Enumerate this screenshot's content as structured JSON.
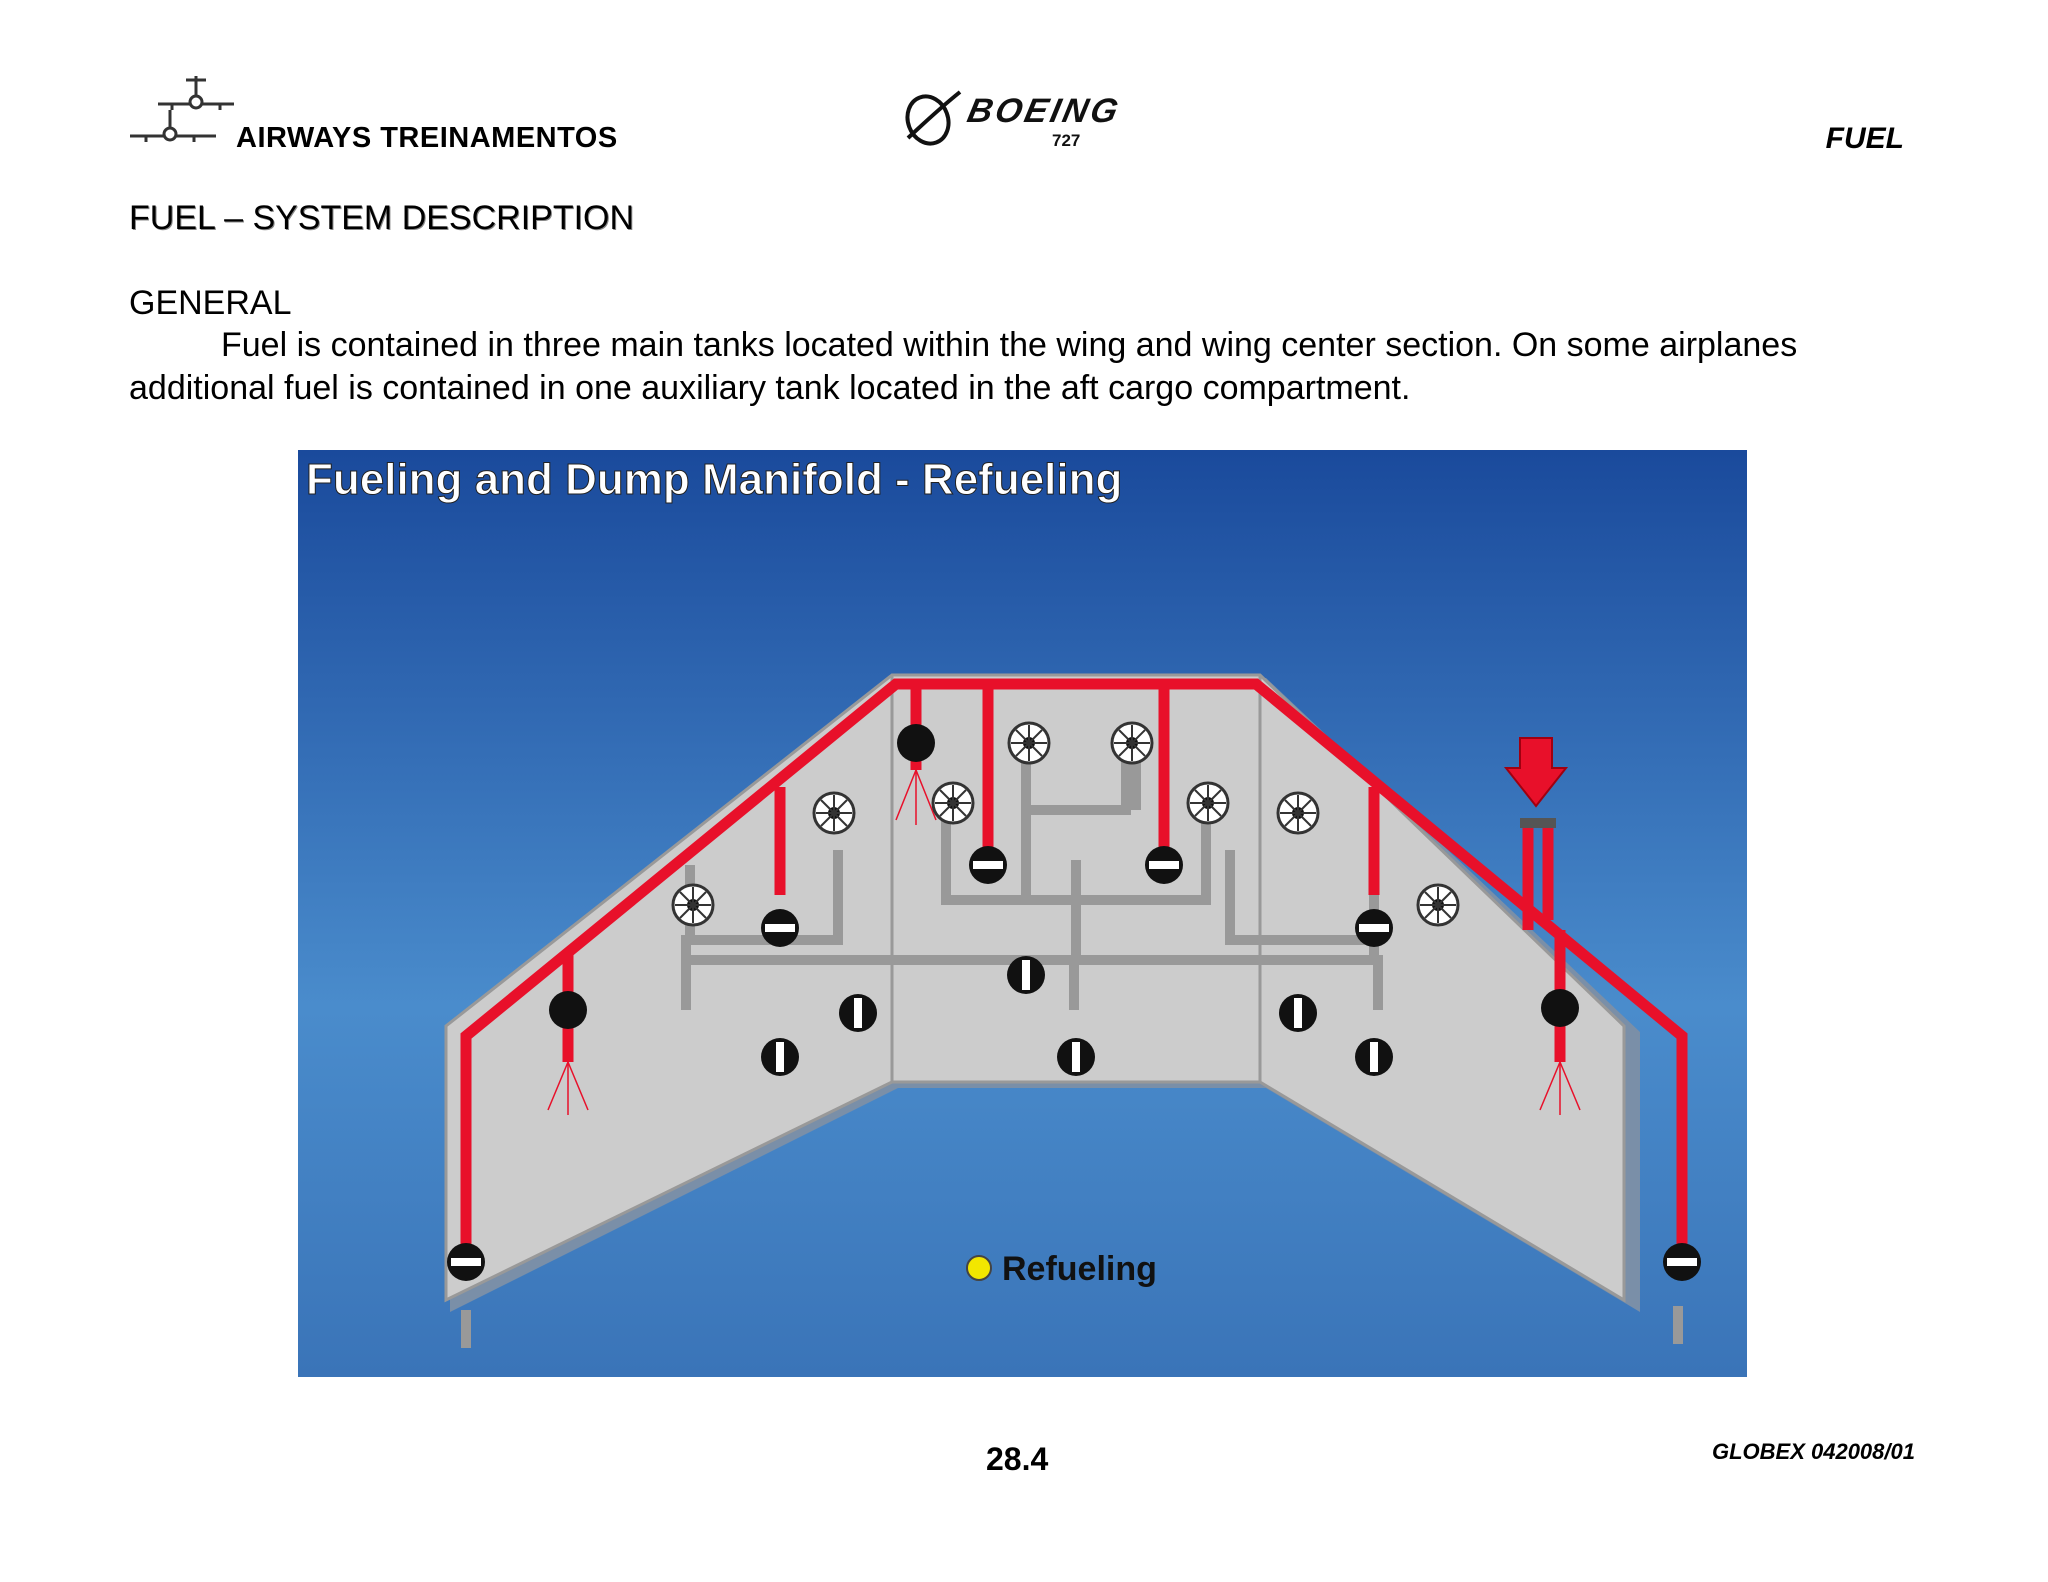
{
  "header": {
    "company": "AIRWAYS  TREINAMENTOS",
    "manufacturer_logo_text": "BOEING",
    "model": "727",
    "section": "FUEL"
  },
  "page_title": "FUEL – SYSTEM DESCRIPTION",
  "general": {
    "heading": "GENERAL",
    "paragraph": "Fuel is contained in three main tanks located within the wing and wing center section. On some airplanes additional fuel is contained in one auxiliary tank located in the aft cargo compartment."
  },
  "diagram": {
    "title": "Fueling and Dump Manifold - Refueling",
    "legend_label": "Refueling",
    "colors": {
      "background_top": "#1a4a9c",
      "background_bottom": "#4a8ccc",
      "wing": "#cccccc",
      "fuel_line": "#e8102a",
      "legend_dot": "#f2e600"
    }
  },
  "footer": {
    "page_number": "28.4",
    "doc_code": "GLOBEX 042008/01"
  }
}
